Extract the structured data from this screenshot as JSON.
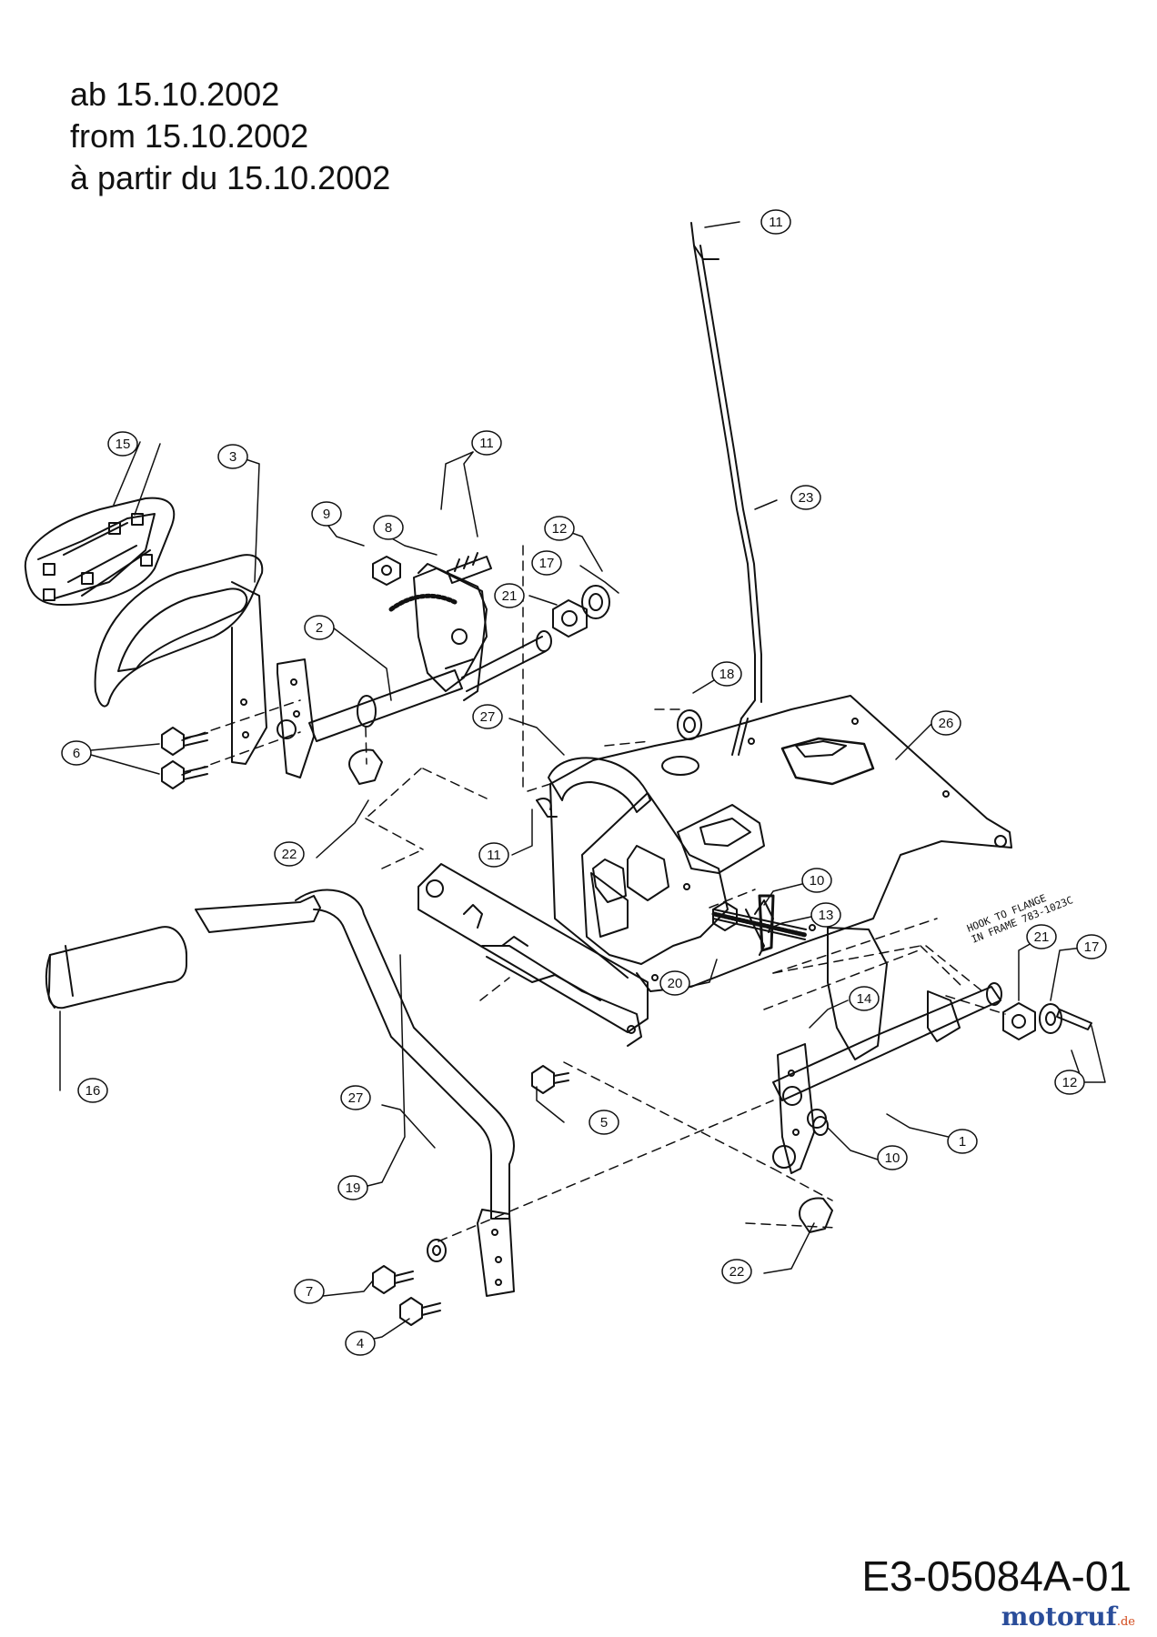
{
  "header": {
    "lines": [
      "ab 15.10.2002",
      "from 15.10.2002",
      "à partir du 15.10.2002"
    ]
  },
  "note": {
    "line1": "HOOK TO FLANGE",
    "line2": "IN FRAME 783-1023C"
  },
  "callouts": [
    "1",
    "2",
    "3",
    "4",
    "5",
    "6",
    "7",
    "8",
    "9",
    "10",
    "10",
    "11",
    "11",
    "11",
    "12",
    "12",
    "13",
    "14",
    "15",
    "16",
    "17",
    "17",
    "18",
    "19",
    "20",
    "21",
    "21",
    "22",
    "22",
    "23",
    "26",
    "27",
    "27"
  ],
  "drawing_id": "E3-05084A-01",
  "watermark": {
    "brand": "motoruf",
    "suffix": ".de"
  },
  "colors": {
    "line": "#111111",
    "watermark_brand": "#2a4d9a",
    "watermark_suffix": "#d24a1c"
  }
}
